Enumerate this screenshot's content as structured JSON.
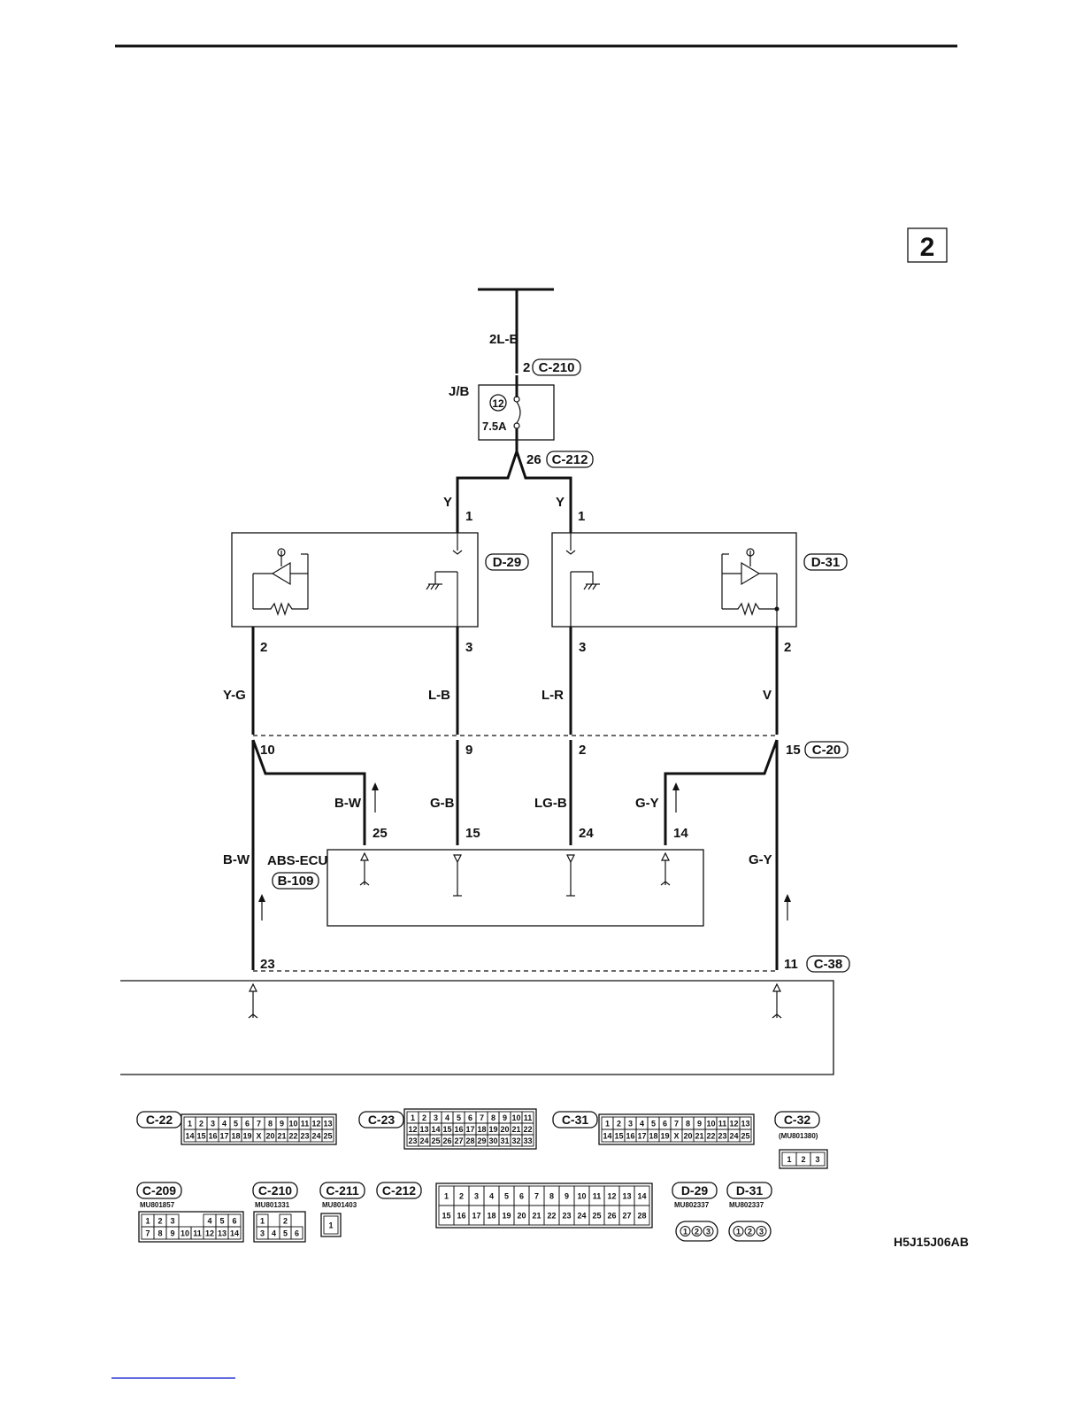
{
  "page_marker": "2",
  "figure_code": "H5J15J06AB",
  "junction_block": {
    "label": "J/B",
    "fuse_number": "12",
    "fuse_rating": "7.5A"
  },
  "wires": {
    "supply": "2L-B",
    "left_feed": "Y",
    "right_feed": "Y",
    "d29_pin2": "Y-G",
    "d29_pin3": "L-B",
    "d31_pin3": "L-R",
    "d31_pin2": "V",
    "bw_upper": "B-W",
    "gb": "G-B",
    "lgb": "LG-B",
    "gy_upper": "G-Y",
    "bw_lower": "B-W",
    "gy_lower": "G-Y"
  },
  "connectors": {
    "c210": "C-210",
    "c212": "C-212",
    "d29": "D-29",
    "d31": "D-31",
    "c20": "C-20",
    "b109": "B-109",
    "c38": "C-38"
  },
  "pins": {
    "c210_pin": "2",
    "c212_pin": "26",
    "d29_pin1": "1",
    "d31_pin1": "1",
    "d29_pin2": "2",
    "d29_pin3": "3",
    "d31_pin3": "3",
    "d31_pin2": "2",
    "c20_a": "10",
    "c20_b": "9",
    "c20_c": "2",
    "c20_d": "15",
    "ecu_25": "25",
    "ecu_15": "15",
    "ecu_24": "24",
    "ecu_14": "14",
    "c38_a": "23",
    "c38_b": "11"
  },
  "ecu_label": "ABS-ECU",
  "connector_legend": [
    {
      "name": "C-22",
      "part": "",
      "rows": [
        [
          "1",
          "2",
          "3",
          "4",
          "5",
          "6",
          "7",
          "8",
          "9",
          "10",
          "11",
          "12",
          "13"
        ],
        [
          "14",
          "15",
          "16",
          "17",
          "18",
          "19",
          "X",
          "20",
          "21",
          "22",
          "23",
          "24",
          "25"
        ]
      ]
    },
    {
      "name": "C-23",
      "part": "",
      "rows": [
        [
          "1",
          "2",
          "3",
          "4",
          "5",
          "6",
          "7",
          "8",
          "9",
          "10",
          "11"
        ],
        [
          "12",
          "13",
          "14",
          "15",
          "16",
          "17",
          "18",
          "19",
          "20",
          "21",
          "22"
        ],
        [
          "23",
          "24",
          "25",
          "26",
          "27",
          "28",
          "29",
          "30",
          "31",
          "32",
          "33"
        ]
      ]
    },
    {
      "name": "C-31",
      "part": "",
      "rows": [
        [
          "1",
          "2",
          "3",
          "4",
          "5",
          "6",
          "7",
          "8",
          "9",
          "10",
          "11",
          "12",
          "13"
        ],
        [
          "14",
          "15",
          "16",
          "17",
          "18",
          "19",
          "X",
          "20",
          "21",
          "22",
          "23",
          "24",
          "25"
        ]
      ]
    },
    {
      "name": "C-32",
      "part": "(MU801380)",
      "rows": [
        [
          "1",
          "2",
          "3"
        ]
      ]
    },
    {
      "name": "C-209",
      "part": "MU801857",
      "rows": [
        [
          "1",
          "2",
          "3",
          "",
          "",
          "4",
          "5",
          "6"
        ],
        [
          "7",
          "8",
          "9",
          "10",
          "11",
          "12",
          "13",
          "14"
        ]
      ]
    },
    {
      "name": "C-210",
      "part": "MU801331",
      "rows": [
        [
          "1",
          "",
          "2"
        ],
        [
          "3",
          "4",
          "5",
          "6"
        ]
      ]
    },
    {
      "name": "C-211",
      "part": "MU801403",
      "rows": [
        [
          "1"
        ]
      ]
    },
    {
      "name": "C-212",
      "part": "",
      "rows": [
        [
          "1",
          "2",
          "3",
          "4",
          "5",
          "6",
          "7",
          "8",
          "9",
          "10",
          "11",
          "12",
          "13",
          "14"
        ],
        [
          "15",
          "16",
          "17",
          "18",
          "19",
          "20",
          "21",
          "22",
          "23",
          "24",
          "25",
          "26",
          "27",
          "28"
        ]
      ]
    },
    {
      "name": "D-29",
      "part": "MU802337",
      "rows": [
        [
          "1",
          "2",
          "3"
        ]
      ]
    },
    {
      "name": "D-31",
      "part": "MU802337",
      "rows": [
        [
          "1",
          "2",
          "3"
        ]
      ]
    }
  ]
}
